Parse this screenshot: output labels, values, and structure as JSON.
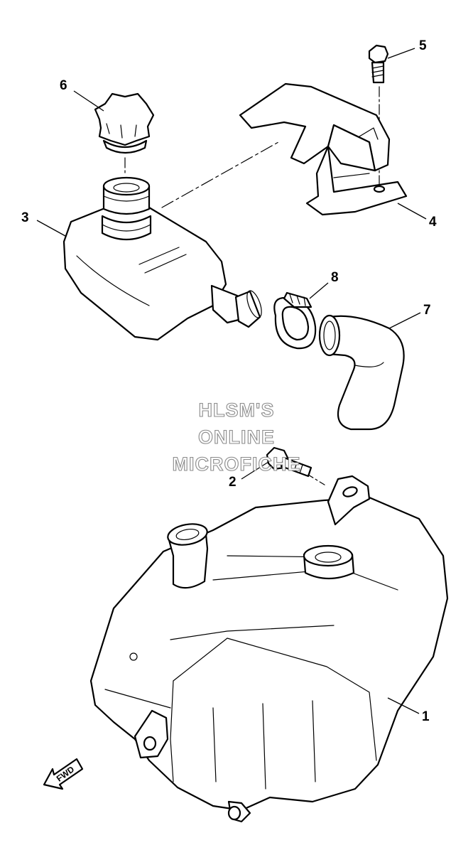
{
  "callouts": {
    "tank": "1",
    "bolt_2": "2",
    "oil_reservoir": "3",
    "bracket": "4",
    "bolt_5": "5",
    "cap": "6",
    "hose": "7",
    "clamp": "8"
  },
  "watermark": {
    "line1": "HLSM'S",
    "line2": "ONLINE",
    "line3": "MICROFICHE"
  },
  "fwd_arrow": {
    "label": "FWD"
  },
  "colors": {
    "ink": "#000000",
    "watermark_outline": "#8a8a8a"
  }
}
